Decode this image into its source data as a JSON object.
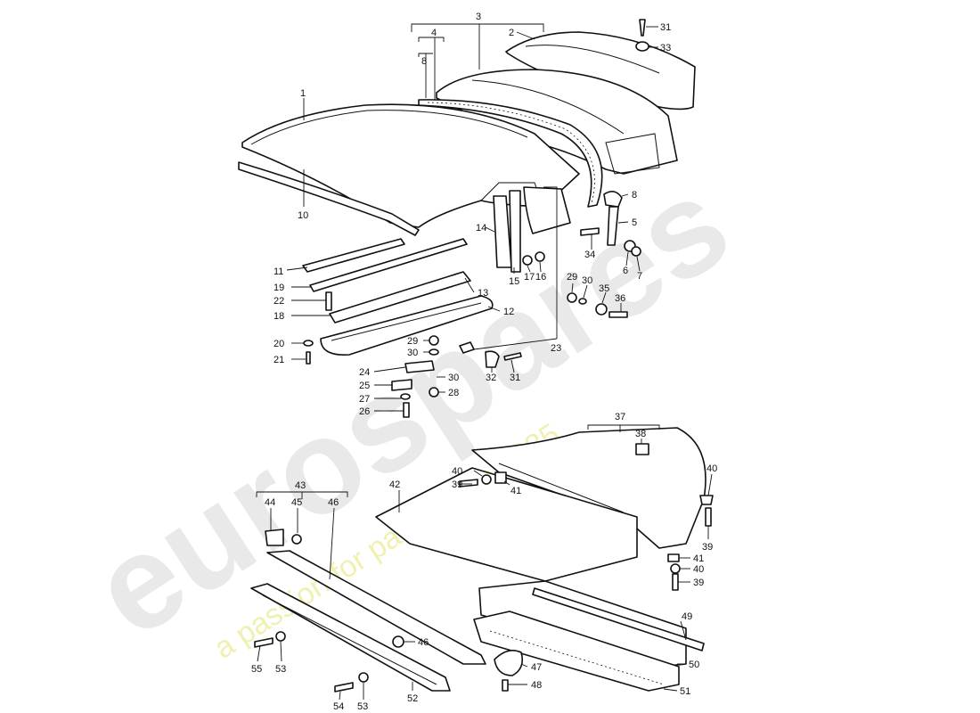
{
  "watermark": {
    "brand": "eurospares",
    "slogan": "a passion for parts since 1985",
    "colors": {
      "brand": "#e9e9e9",
      "slogan": "#f0f0b0"
    }
  },
  "part_numbers": {
    "n1": "1",
    "n2": "2",
    "n3": "3",
    "n4": "4",
    "n5": "5",
    "n6": "6",
    "n7": "7",
    "n8a": "8",
    "n8b": "8",
    "n10": "10",
    "n11": "11",
    "n12": "12",
    "n13": "13",
    "n14": "14",
    "n15": "15",
    "n16": "16",
    "n17": "17",
    "n18": "18",
    "n19": "19",
    "n20": "20",
    "n21": "21",
    "n22": "22",
    "n23": "23",
    "n24": "24",
    "n25": "25",
    "n26": "26",
    "n27": "27",
    "n28": "28",
    "n29a": "29",
    "n29b": "29",
    "n30a": "30",
    "n30b": "30",
    "n30c": "30",
    "n31a": "31",
    "n31b": "31",
    "n32": "32",
    "n33": "33",
    "n34": "34",
    "n35": "35",
    "n36": "36",
    "n37": "37",
    "n38": "38",
    "n39a": "39",
    "n39b": "39",
    "n39c": "39",
    "n40a": "40",
    "n40b": "40",
    "n40c": "40",
    "n41a": "41",
    "n41b": "41",
    "n42": "42",
    "n43": "43",
    "n44": "44",
    "n45": "45",
    "n46a": "46",
    "n46b": "46",
    "n47": "47",
    "n48": "48",
    "n49": "49",
    "n50": "50",
    "n51": "51",
    "n52": "52",
    "n53a": "53",
    "n53b": "53",
    "n54": "54",
    "n55": "55"
  }
}
